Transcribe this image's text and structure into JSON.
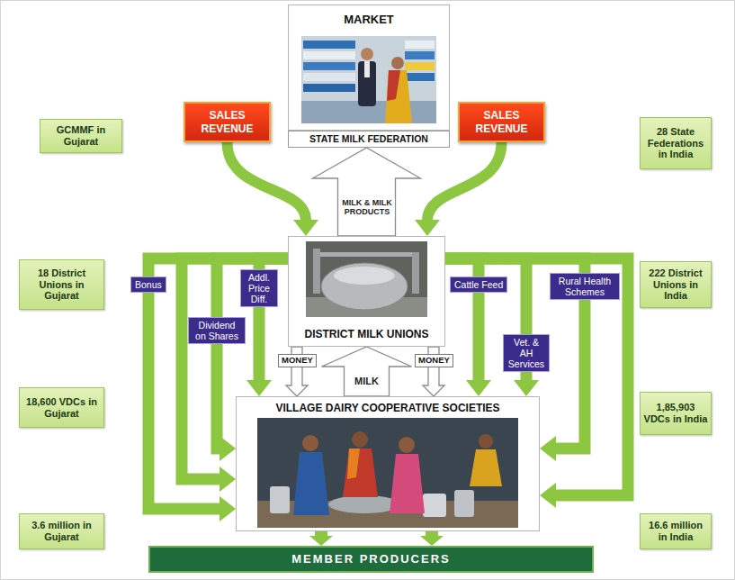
{
  "diagram": {
    "nodes": [
      {
        "text": [
          "MARKET"
        ]
      },
      {
        "text": [
          "SALES REVENUE"
        ]
      },
      {
        "text": [
          "SALES REVENUE"
        ]
      },
      {
        "text": [
          "STATE MILK FEDERATION"
        ]
      },
      {
        "text": [
          "GCMMF in Gujarat"
        ]
      },
      {
        "text": [
          "28 State Federations in India"
        ]
      },
      {
        "text": [
          "18 District Unions in Gujarat"
        ]
      },
      {
        "text": [
          "DISTRICT MILK UNIONS"
        ]
      },
      {
        "text": [
          "222 District Unions in India"
        ]
      },
      {
        "text": [
          "18,600 VDCs in Gujarat"
        ]
      },
      {
        "text": [
          "VILLAGE DAIRY COOPERATIVE SOCIETIES"
        ]
      },
      {
        "text": [
          "1,85,903 VDCs in India"
        ]
      },
      {
        "text": [
          "3.6 million in Gujarat"
        ]
      },
      {
        "text": [
          "16.6 million in India"
        ]
      },
      {
        "text": [
          "MEMBER PRODUCERS"
        ]
      }
    ],
    "edges": [
      {
        "from": 1,
        "to": 7,
        "arrow": "to"
      },
      {
        "from": 2,
        "to": 7,
        "arrow": "to"
      },
      {
        "from": 7,
        "to": 3,
        "label": "MILK & MILK PRODUCTS",
        "arrow": "to"
      },
      {
        "from": 7,
        "to": 10,
        "label": "Bonus",
        "arrow": "to"
      },
      {
        "from": 7,
        "to": 10,
        "label": "Addl. Price Diff.",
        "arrow": "to"
      },
      {
        "from": 7,
        "to": 10,
        "label": "Dividend on Shares",
        "arrow": "to"
      },
      {
        "from": 7,
        "to": 10,
        "arrow": "to"
      },
      {
        "from": 7,
        "to": 10,
        "label": "Cattle Feed",
        "arrow": "to"
      },
      {
        "from": 7,
        "to": 10,
        "label": "Rural Health Schemes",
        "arrow": "to"
      },
      {
        "from": 7,
        "to": 10,
        "label": "Vet. & AH Services",
        "arrow": "to"
      },
      {
        "from": 7,
        "to": 10,
        "arrow": "to"
      },
      {
        "from": 7,
        "to": 10,
        "label": "MONEY",
        "arrow": "to"
      },
      {
        "from": 10,
        "to": 7,
        "label": "MILK",
        "arrow": "to"
      },
      {
        "from": 7,
        "to": 10,
        "label": "MONEY",
        "arrow": "to"
      },
      {
        "from": 10,
        "to": 14,
        "arrow": "to"
      },
      {
        "from": 10,
        "to": 14,
        "arrow": "to"
      }
    ]
  }
}
